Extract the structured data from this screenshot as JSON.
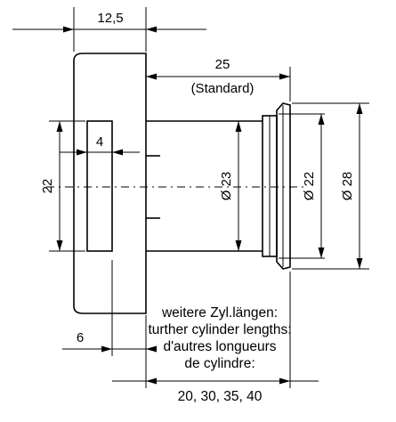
{
  "dimensions": {
    "top_width": "12,5",
    "length": "25",
    "length_note": "(Standard)",
    "inner_width": "4",
    "height_left": "22",
    "dia_body": "Ø 23",
    "dia_collar": "Ø 22",
    "dia_outer": "Ø 28",
    "bottom_width": "6"
  },
  "note": {
    "line1": "weitere Zyl.längen:",
    "line2": "turther cylinder lengths:",
    "line3": "d'autres longueurs",
    "line4": "de cylindre:",
    "values": "20, 30, 35, 40"
  }
}
